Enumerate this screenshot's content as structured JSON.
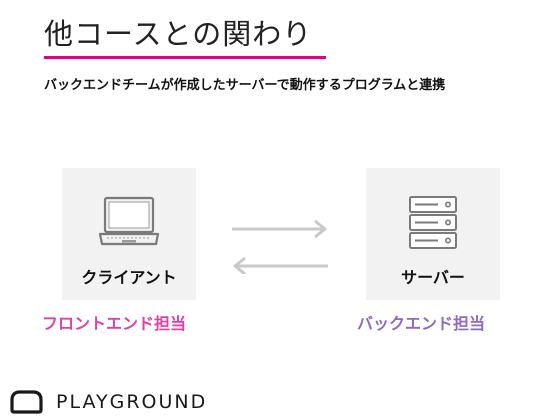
{
  "slide": {
    "title": "他コースとの関わり",
    "description": "バックエンドチームが作成したサーバーで動作するプログラムと連携"
  },
  "client": {
    "label": "クライアント",
    "icon": "laptop-icon",
    "role": "フロントエンド担当",
    "role_color": "#e040a6"
  },
  "server": {
    "label": "サーバー",
    "icon": "server-icon",
    "role": "バックエンド担当",
    "role_color": "#8e6bbf"
  },
  "arrows": {
    "right_icon": "arrow-right-icon",
    "left_icon": "arrow-left-icon",
    "color": "#c8c8c8"
  },
  "brand": {
    "name": "PLAYGROUND",
    "icon": "playground-logo-icon"
  },
  "colors": {
    "accent": "#e6007e",
    "panel_background": "#f2f2f2"
  }
}
